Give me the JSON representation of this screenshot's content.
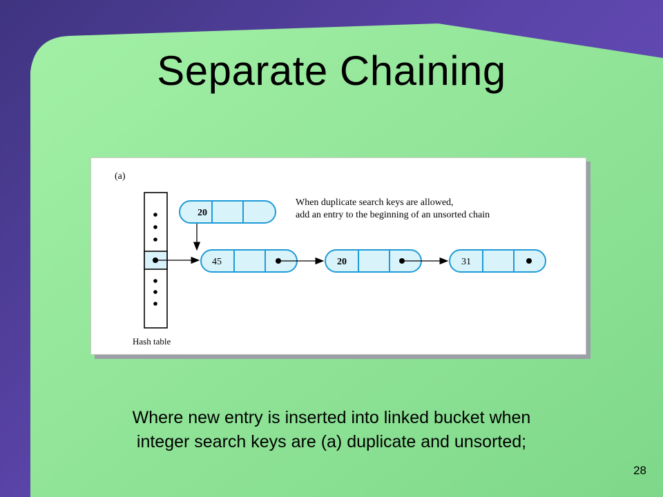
{
  "slide": {
    "title": "Separate Chaining",
    "page_number": "28",
    "caption_lines": [
      "Where new entry is inserted into linked bucket when",
      "integer search keys are (a) duplicate and unsorted;"
    ]
  },
  "figure": {
    "label": "(a)",
    "hash_table_label": "Hash table",
    "note_lines": [
      "When duplicate search keys are allowed,",
      "add an entry to the beginning of an unsorted chain"
    ],
    "new_node_key": "20",
    "chain_keys": [
      "45",
      "20",
      "31"
    ]
  },
  "colors": {
    "slide_background": "#5a44a8",
    "content_green": "#8fe39a",
    "node_fill": "#d9f3fb",
    "node_stroke": "#1e9ad6"
  }
}
